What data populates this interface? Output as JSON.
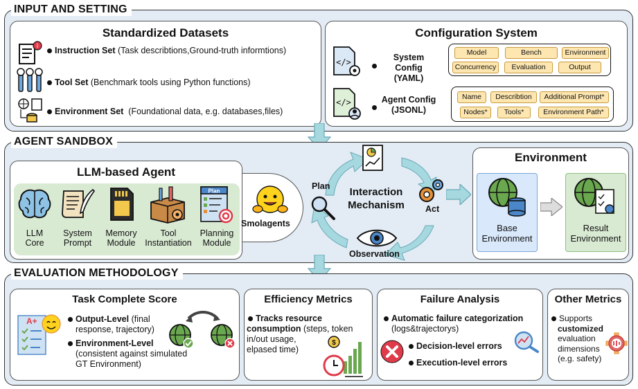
{
  "sections": {
    "input": "INPUT AND SETTING",
    "sandbox": "AGENT SANDBOX",
    "evaluation": "EVALUATION METHODOLOGY"
  },
  "datasets": {
    "title": "Standardized Datasets",
    "instruction": {
      "name": "Instruction Set",
      "desc": "(Task describtions,Ground-truth informtions)"
    },
    "tool": {
      "name": "Tool Set",
      "desc": "(Benchmark tools using Python functions)"
    },
    "environment": {
      "name": "Environment Set",
      "desc": "(Foundational data, e.g. databases,files)"
    }
  },
  "config": {
    "title": "Configuration System",
    "system": {
      "name": "System Config",
      "format": "(YAML)",
      "tags": [
        "Model",
        "Bench",
        "Environment",
        "Concurrency",
        "Evaluation",
        "Output"
      ]
    },
    "agent": {
      "name": "Agent Config",
      "format": "(JSONL)",
      "tags": [
        "Name",
        "Describtion",
        "Additional Prompt*",
        "Nodes*",
        "Tools*",
        "Environment Path*"
      ]
    }
  },
  "agent": {
    "title": "LLM-based Agent",
    "modules": [
      {
        "line1": "LLM",
        "line2": "Core"
      },
      {
        "line1": "System",
        "line2": "Prompt"
      },
      {
        "line1": "Memory",
        "line2": "Module"
      },
      {
        "line1": "Tool",
        "line2": "Instantiation"
      },
      {
        "line1": "Planning",
        "line2": "Module"
      }
    ],
    "plan_badge": "Plan",
    "smolagents": "Smolagents"
  },
  "interaction": {
    "line1": "Interaction",
    "line2": "Mechanism",
    "plan": "Plan",
    "act": "Act",
    "observation": "Observation"
  },
  "environment": {
    "title": "Environment",
    "base": {
      "line1": "Base",
      "line2": "Environment"
    },
    "result": {
      "line1": "Result",
      "line2": "Environment"
    }
  },
  "evaluation": {
    "task": {
      "title": "Task Complete Score",
      "badge": "A+",
      "output_level": "Output-Level",
      "output_desc1": " (final",
      "output_desc2": "response, trajectory)",
      "env_level": "Environment-Level",
      "env_desc1": "(consistent against simulated",
      "env_desc2": "GT Environment)"
    },
    "efficiency": {
      "title": "Efficiency Metrics",
      "bold1": "Tracks resource",
      "bold2": "consumption",
      "desc1": " (steps, token",
      "desc2": "in/out usage,",
      "desc3": "elpased time)"
    },
    "failure": {
      "title": "Failure Analysis",
      "auto": "Automatic failure categorization",
      "auto_desc": "(logs&trajectorys)",
      "decision": "Decision-level errors",
      "execution": "Execution-level errors"
    },
    "other": {
      "title": "Other Metrics",
      "line1": "Supports",
      "line2": "customized",
      "line3": "evaluation",
      "line4": "dimensions",
      "line5": "(e.g. safety)"
    }
  },
  "colors": {
    "section_bg": "#e3ecf5",
    "tag_bg": "#fde6b0",
    "flow_arrow": "#a6d8e0",
    "module_bg": "#d9ead3",
    "env_bg": "#d9e8fb"
  }
}
